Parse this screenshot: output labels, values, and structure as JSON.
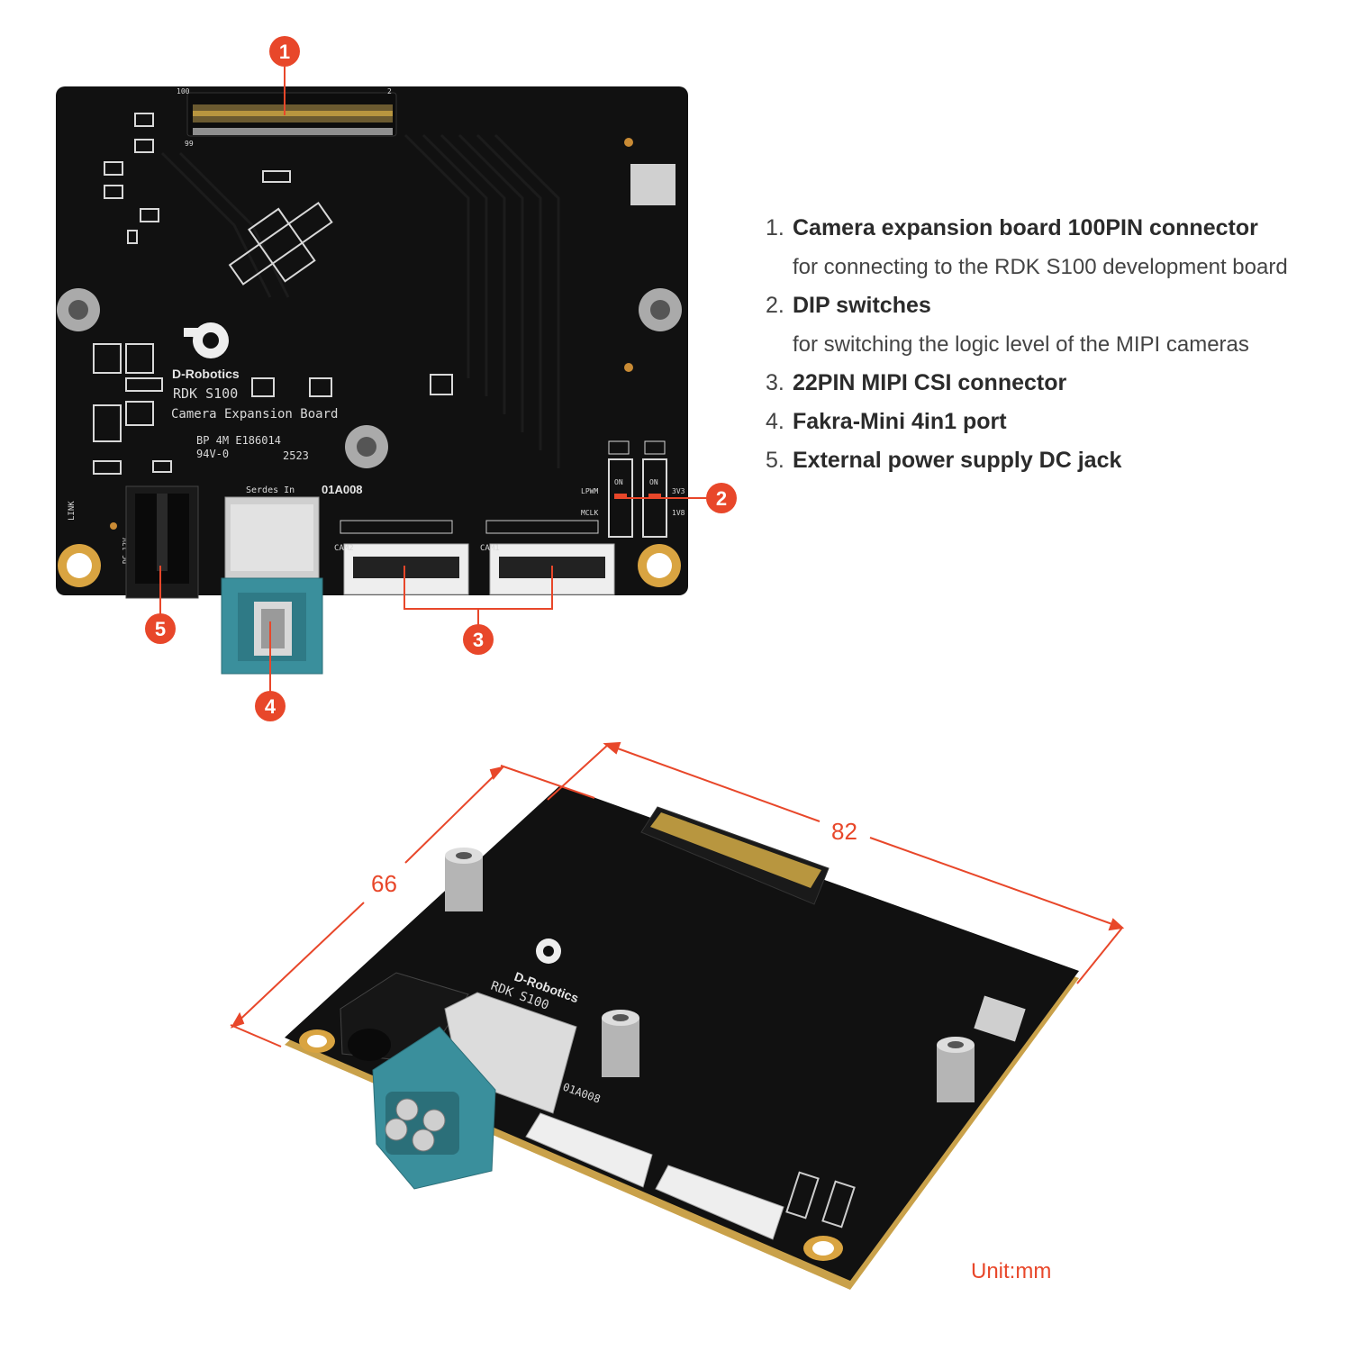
{
  "legend": {
    "items": [
      {
        "num": "1.",
        "title": "Camera expansion board 100PIN connector",
        "desc": "for connecting to the RDK S100 development board"
      },
      {
        "num": "2.",
        "title": "DIP switches",
        "desc": "for switching the logic level of the MIPI cameras"
      },
      {
        "num": "3.",
        "title": "22PIN MIPI CSI connector",
        "desc": ""
      },
      {
        "num": "4.",
        "title": "Fakra-Mini 4in1 port",
        "desc": ""
      },
      {
        "num": "5.",
        "title": "External power supply DC jack",
        "desc": ""
      }
    ]
  },
  "callouts": [
    "1",
    "2",
    "3",
    "4",
    "5"
  ],
  "board_top": {
    "brand": "D-Robotics",
    "model": "RDK S100",
    "name": "Camera Expansion Board",
    "cert": "BP 4M E186014",
    "rating": "94V-0",
    "date": "2523",
    "serdes": "Serdes In",
    "code": "01A008",
    "cam1": "CAM1",
    "cam2": "CAM2",
    "on": "ON",
    "pin_100": "100",
    "pin_99": "99",
    "pin_2": "2",
    "link": "LINK",
    "dc": "DC 12V",
    "lpwm": "LPWM",
    "mclk": "MCLK",
    "v33": "3V3",
    "v18": "1V8"
  },
  "board_3d": {
    "brand": "D-Robotics",
    "model": "RDK S100",
    "code": "01A008"
  },
  "dimensions": {
    "width": "82",
    "depth": "66",
    "unit": "Unit:mm"
  },
  "colors": {
    "accent": "#e8472a",
    "pcb": "#111111",
    "fakra": "#3a8f9c",
    "gold": "#d9a441"
  }
}
